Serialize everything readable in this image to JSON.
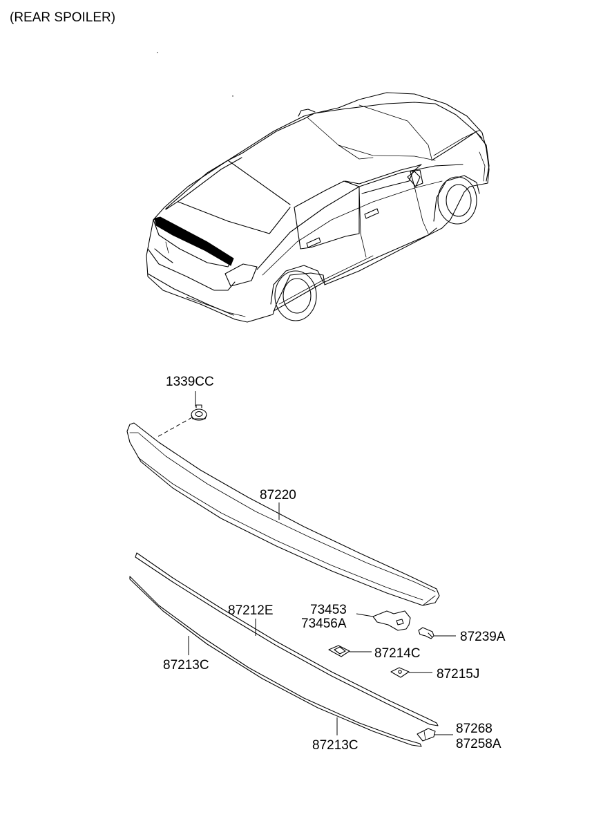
{
  "title": "(REAR SPOILER)",
  "parts": {
    "p1339CC": "1339CC",
    "p87220": "87220",
    "p87212E": "87212E",
    "p73453": "73453",
    "p73456A": "73456A",
    "p87239A": "87239A",
    "p87214C": "87214C",
    "p87215J": "87215J",
    "p87213C_left": "87213C",
    "p87213C_bottom": "87213C",
    "p87268": "87268",
    "p87258A": "87258A"
  }
}
